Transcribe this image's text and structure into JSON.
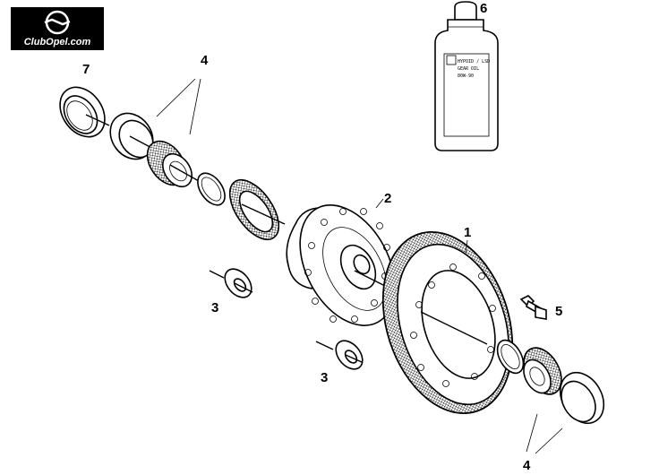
{
  "logo": {
    "text": "ClubOpel.com"
  },
  "bottle": {
    "label_lines": [
      "HYPOID / LSD",
      "GEAR OIL",
      "80W-90"
    ]
  },
  "callouts": {
    "ring_gear": "1",
    "differential_case": "2",
    "thrust_washer_a": "3",
    "thrust_washer_b": "3",
    "bearings_top": "4",
    "bearings_bottom": "4",
    "bolt": "5",
    "sealant": "6",
    "oil_seal": "7"
  }
}
